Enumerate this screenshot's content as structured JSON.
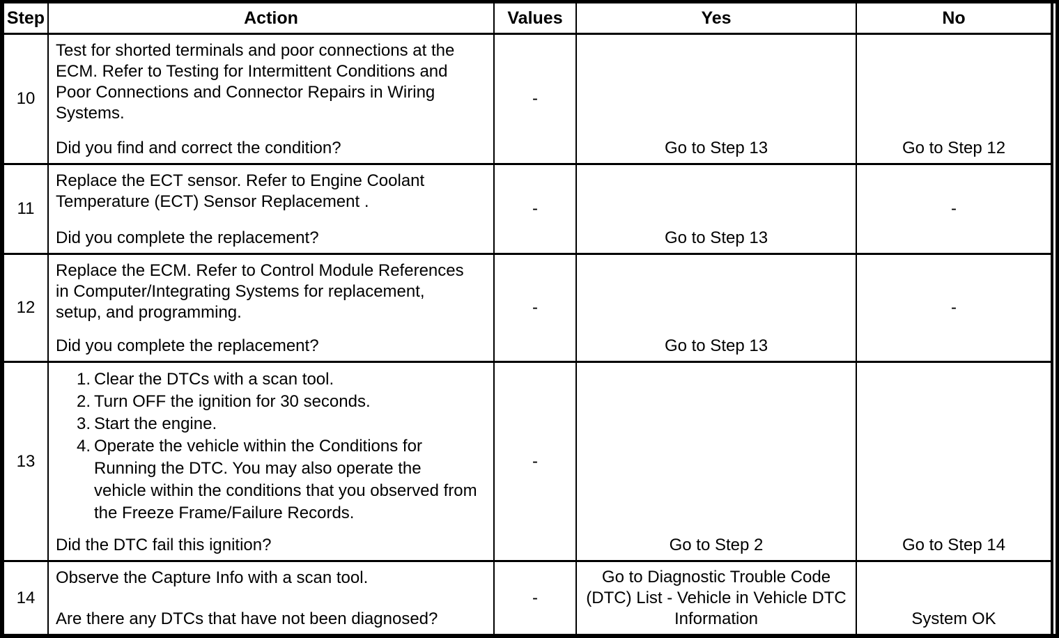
{
  "header": {
    "step": "Step",
    "action": "Action",
    "values": "Values",
    "yes": "Yes",
    "no": "No"
  },
  "rows": [
    {
      "step": "10",
      "action_lines": [
        "Test for shorted terminals and poor connections at the",
        "ECM. Refer to Testing for Intermittent Conditions and",
        "Poor Connections and Connector Repairs in Wiring",
        "Systems."
      ],
      "question": "Did you find and correct the condition?",
      "values": "-",
      "yes": "Go to Step 13",
      "no": "Go to Step 12"
    },
    {
      "step": "11",
      "action_lines": [
        "Replace the ECT sensor. Refer to Engine Coolant",
        "Temperature (ECT) Sensor Replacement ."
      ],
      "question": "Did you complete the replacement?",
      "values": "-",
      "yes": "Go to Step 13",
      "no": "-"
    },
    {
      "step": "12",
      "action_lines": [
        "Replace the ECM. Refer to Control Module References",
        "in Computer/Integrating Systems for replacement,",
        "setup, and programming."
      ],
      "question": "Did you complete the replacement?",
      "values": "-",
      "yes": "Go to Step 13",
      "no": "-"
    },
    {
      "step": "13",
      "action_list": [
        {
          "num": "1.",
          "lines": [
            "Clear the DTCs with a scan tool."
          ]
        },
        {
          "num": "2.",
          "lines": [
            "Turn OFF the ignition for 30 seconds."
          ]
        },
        {
          "num": "3.",
          "lines": [
            "Start the engine."
          ]
        },
        {
          "num": "4.",
          "lines": [
            "Operate the vehicle within the Conditions for",
            "Running the DTC. You may also operate the",
            "vehicle within the conditions that you observed from",
            "the Freeze Frame/Failure Records."
          ]
        }
      ],
      "question": "Did the DTC fail this ignition?",
      "values": "-",
      "yes": "Go to Step 2",
      "no": "Go to Step 14"
    },
    {
      "step": "14",
      "action_lines": [
        "Observe the Capture Info with a scan tool."
      ],
      "question": "Are there any DTCs that have not been diagnosed?",
      "values": "-",
      "yes_lines": [
        "Go to Diagnostic Trouble Code",
        "(DTC) List - Vehicle in Vehicle DTC",
        "Information"
      ],
      "no": "System OK"
    }
  ]
}
